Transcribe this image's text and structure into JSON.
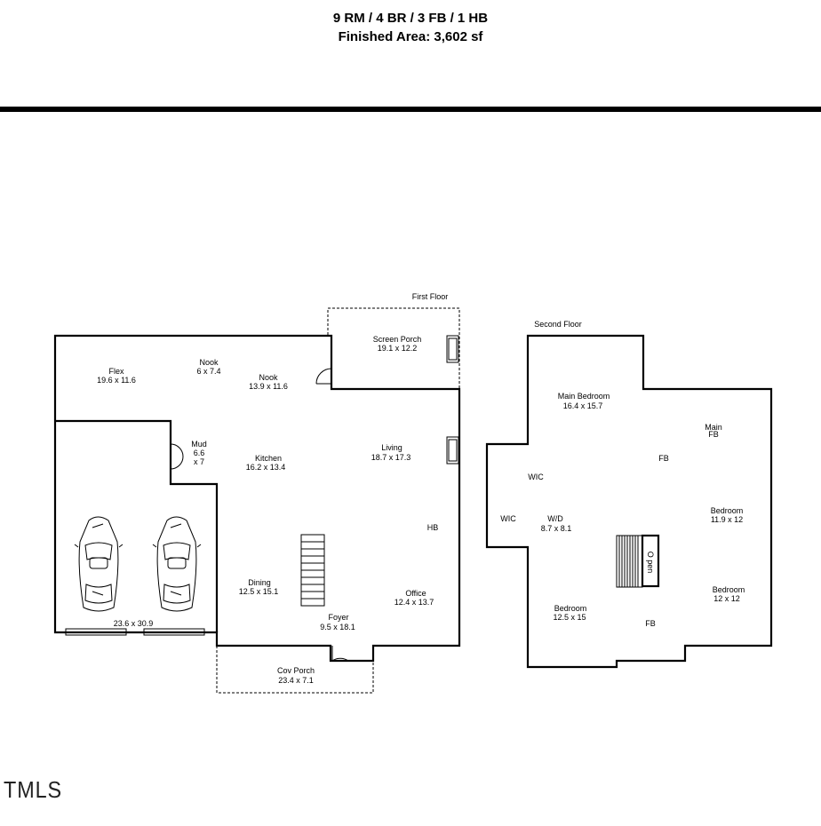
{
  "header": {
    "line1": "9 RM / 4 BR / 3 FB / 1 HB",
    "line2": "Finished Area: 3,602 sf"
  },
  "first_floor": {
    "title": "First Floor",
    "rooms": {
      "screen_porch": {
        "name": "Screen Porch",
        "dims": "19.1 x 12.2"
      },
      "flex": {
        "name": "Flex",
        "dims": "19.6 x 11.6"
      },
      "nook_small": {
        "name": "Nook",
        "dims": "6 x 7.4"
      },
      "nook": {
        "name": "Nook",
        "dims": "13.9 x 11.6"
      },
      "mud": {
        "name": "Mud",
        "dims1": "6.6",
        "dims2": "x 7"
      },
      "kitchen": {
        "name": "Kitchen",
        "dims": "16.2 x 13.4"
      },
      "living": {
        "name": "Living",
        "dims": "18.7 x 17.3"
      },
      "hb": {
        "name": "HB"
      },
      "garage": {
        "dims": "23.6 x 30.9"
      },
      "dining": {
        "name": "Dining",
        "dims": "12.5 x 15.1"
      },
      "office": {
        "name": "Office",
        "dims": "12.4 x 13.7"
      },
      "foyer": {
        "name": "Foyer",
        "dims": "9.5 x 18.1"
      },
      "cov_porch": {
        "name": "Cov Porch",
        "dims": "23.4 x 7.1"
      }
    }
  },
  "second_floor": {
    "title": "Second Floor",
    "rooms": {
      "main_bedroom": {
        "name": "Main Bedroom",
        "dims": "16.4 x 15.7"
      },
      "main_fb": {
        "line1": "Main",
        "line2": "FB"
      },
      "fb_top": {
        "name": "FB"
      },
      "wic1": {
        "name": "WIC"
      },
      "wic2": {
        "name": "WIC"
      },
      "wd": {
        "name": "W/D",
        "dims": "8.7 x 8.1"
      },
      "bedroom_r1": {
        "name": "Bedroom",
        "dims": "11.9 x 12"
      },
      "bedroom_r2": {
        "name": "Bedroom",
        "dims": "12 x 12"
      },
      "bedroom_l": {
        "name": "Bedroom",
        "dims": "12.5 x 15"
      },
      "fb_bottom": {
        "name": "FB"
      },
      "open": {
        "name": "O pen"
      }
    }
  },
  "logo": {
    "text": "TMLS"
  }
}
